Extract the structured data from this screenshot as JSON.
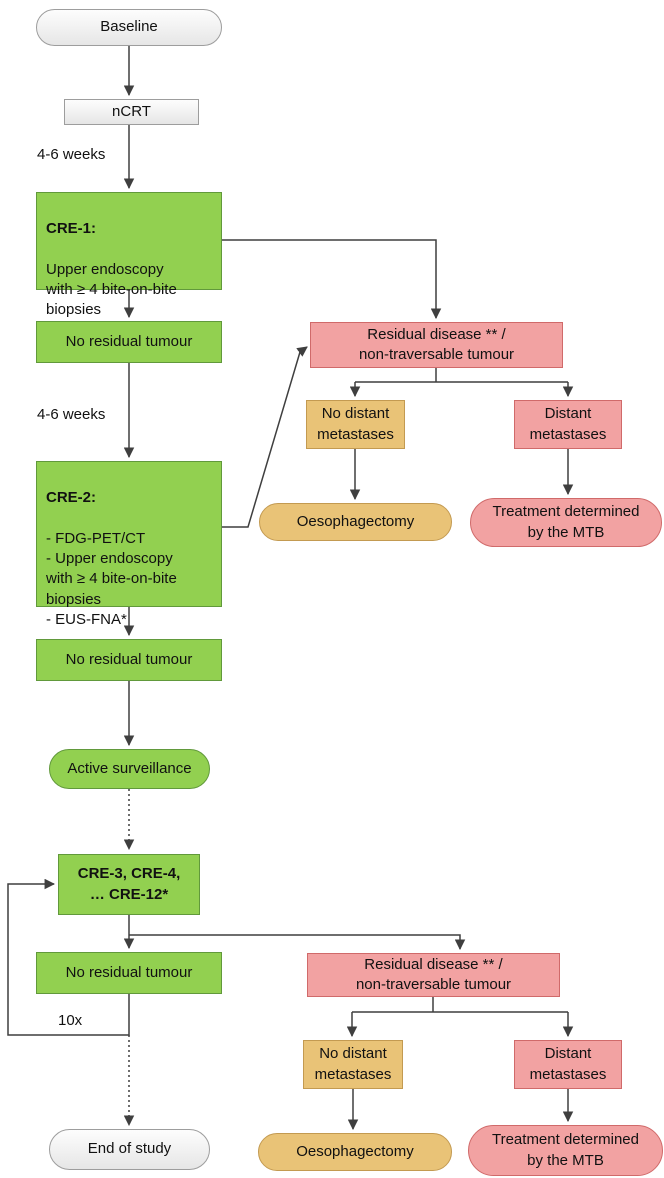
{
  "colors": {
    "green_fill": "#92D050",
    "green_border": "#61993B",
    "pink_fill": "#F2A2A2",
    "pink_border": "#D06A6A",
    "tan_fill": "#E9C377",
    "tan_border": "#C39A51",
    "gray_border": "#9D9D9D",
    "arrow": "#3F3F3F"
  },
  "flow": {
    "baseline": "Baseline",
    "ncrt": "nCRT",
    "interval_1": "4-6 weeks",
    "interval_2": "4-6 weeks",
    "cre1": {
      "title": "CRE-1:",
      "body": "Upper endoscopy\nwith ≥ 4 bite-on-bite\nbiopsies"
    },
    "no_residual_tumour_1": "No residual tumour",
    "cre2": {
      "title": "CRE-2:",
      "body": "- FDG-PET/CT\n- Upper endoscopy\nwith ≥ 4 bite-on-bite\nbiopsies\n- EUS-FNA*"
    },
    "no_residual_tumour_2": "No residual tumour",
    "active_surveillance": "Active surveillance",
    "cre3": {
      "title": "CRE-3, CRE-4,\n… CRE-12*"
    },
    "no_residual_tumour_3": "No residual tumour",
    "loop_count": "10x",
    "end_of_study": "End of study"
  },
  "branch_top": {
    "residual_disease": "Residual disease ** /\nnon-traversable tumour",
    "no_distant_metastases": "No distant\nmetastases",
    "distant_metastases": "Distant\nmetastases",
    "oesophagectomy": "Oesophagectomy",
    "mtb": "Treatment determined\nby the MTB"
  },
  "branch_bottom": {
    "residual_disease": "Residual disease ** /\nnon-traversable tumour",
    "no_distant_metastases": "No distant\nmetastases",
    "distant_metastases": "Distant\nmetastases",
    "oesophagectomy": "Oesophagectomy",
    "mtb": "Treatment determined\nby the MTB"
  }
}
